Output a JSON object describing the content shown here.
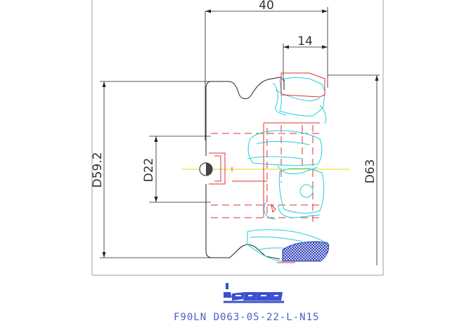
{
  "drawing": {
    "dimensions": {
      "length": "40",
      "insert_offset": "14",
      "body_diameter": "D59.2",
      "bore_diameter": "D22",
      "cutting_diameter": "D63"
    },
    "title_block": {
      "logo": "iscar",
      "designation": "F90LN D063-05-22-L-N15"
    },
    "colors": {
      "outline": "#222222",
      "insert": "#22ccdd",
      "hidden": "#e03030",
      "centerline": "#e6d800",
      "hatch": "#2b3bb8",
      "logo": "#3c4fd0"
    }
  }
}
